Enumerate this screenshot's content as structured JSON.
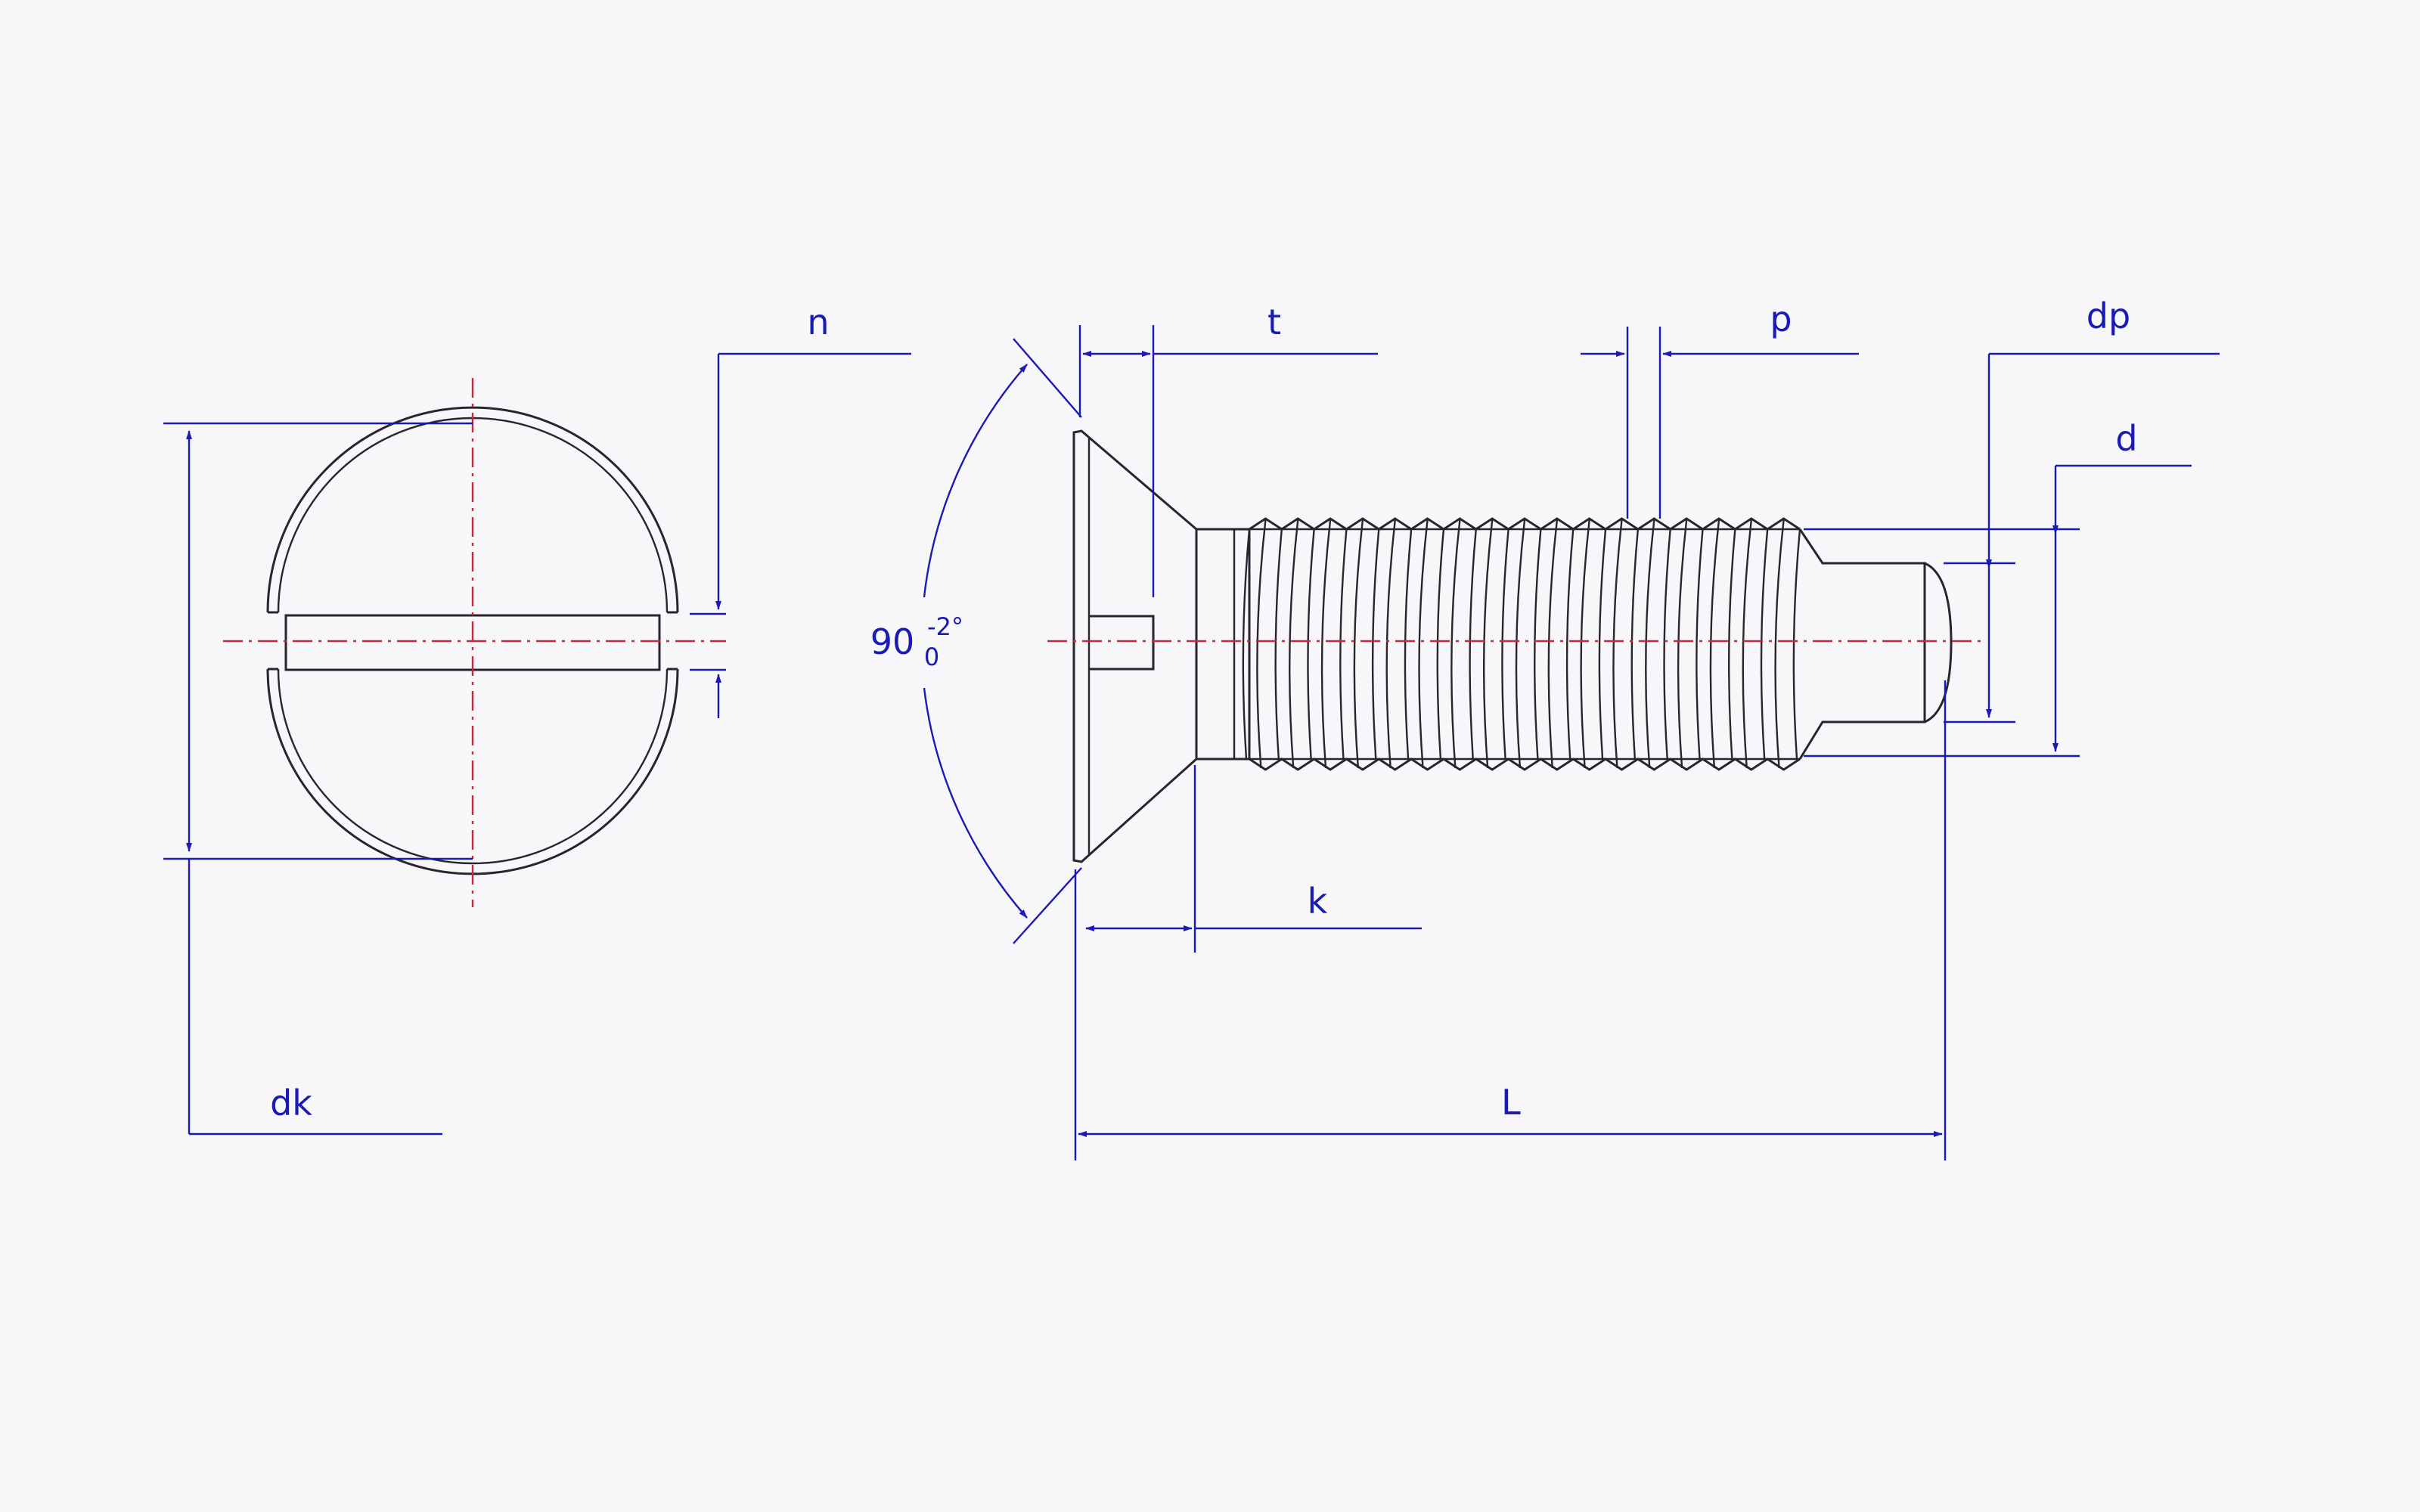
{
  "labels": {
    "n": "n",
    "t": "t",
    "p": "p",
    "dp": "dp",
    "d": "d",
    "k": "k",
    "dk": "dk",
    "L": "L",
    "angle_value": "90",
    "angle_tol_upper": "-2°",
    "angle_tol_lower": "0"
  },
  "colors": {
    "dimension": "#1a1ab4",
    "outline": "#2a2430",
    "centerline": "#c8283c",
    "background": "#f7f7f9"
  },
  "thread_crest_count": 17
}
